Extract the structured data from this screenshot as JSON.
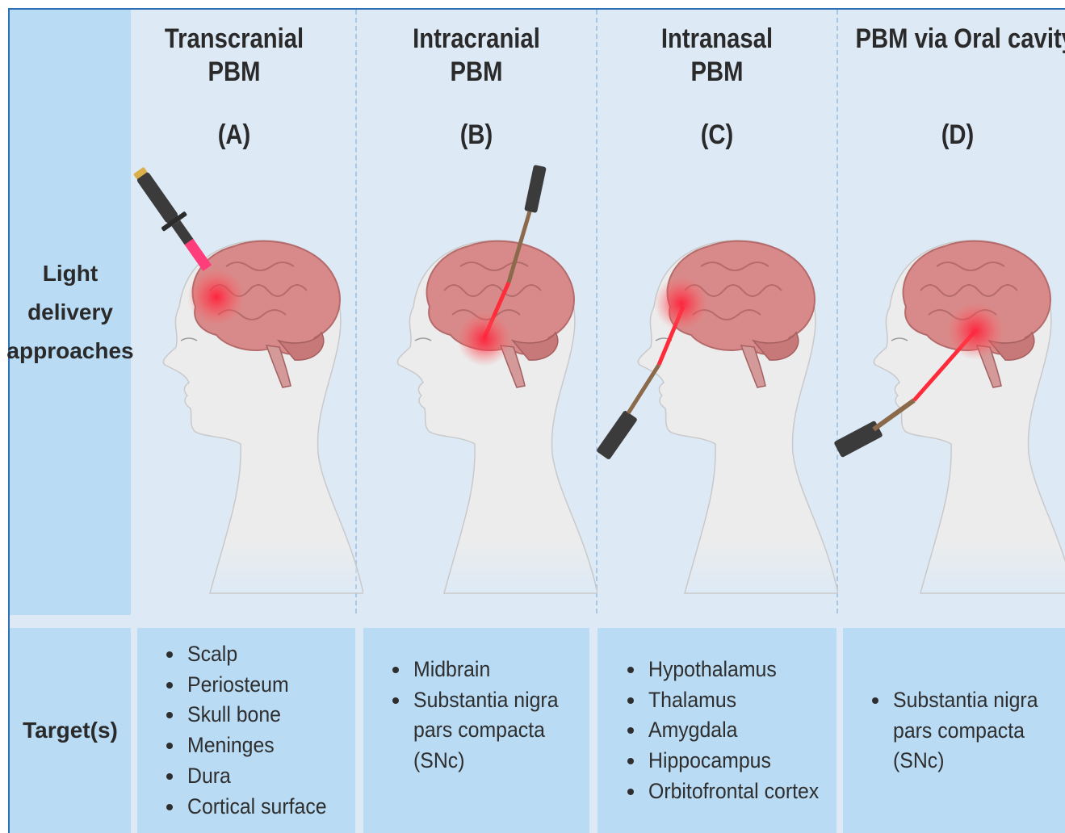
{
  "row_labels": {
    "top": "Light\ndelivery\napproaches",
    "bottom": "Target(s)"
  },
  "columns": [
    {
      "title": "Transcranial\nPBM",
      "letter": "(A)",
      "targets": [
        "Scalp",
        "Periosteum",
        "Skull bone",
        "Meninges",
        "Dura",
        "Cortical surface"
      ]
    },
    {
      "title": "Intracranial\nPBM",
      "letter": "(B)",
      "targets": [
        "Midbrain",
        "Substantia nigra\npars compacta\n(SNc)"
      ]
    },
    {
      "title": "Intranasal\nPBM",
      "letter": "(C)",
      "targets": [
        "Hypothalamus",
        "Thalamus",
        "Amygdala",
        "Hippocampus",
        "Orbitofrontal cortex"
      ]
    },
    {
      "title": "PBM via Oral cavity",
      "letter": "(D)",
      "targets": [
        "Substantia nigra\npars compacta\n(SNc)"
      ]
    }
  ],
  "colors": {
    "panel_bg": "#ddeaf6",
    "row_label_bg": "#b9dbf4",
    "target_box_bg": "#b9dbf4",
    "border": "#2f6fb4",
    "brain": "#d88a8a",
    "laser_red": "#ff2a3a",
    "device": "#3b3b3b"
  },
  "icons": [
    "laser-probe-icon",
    "fiber-probe-icon",
    "head-profile-icon",
    "brain-icon",
    "light-glow-icon"
  ]
}
